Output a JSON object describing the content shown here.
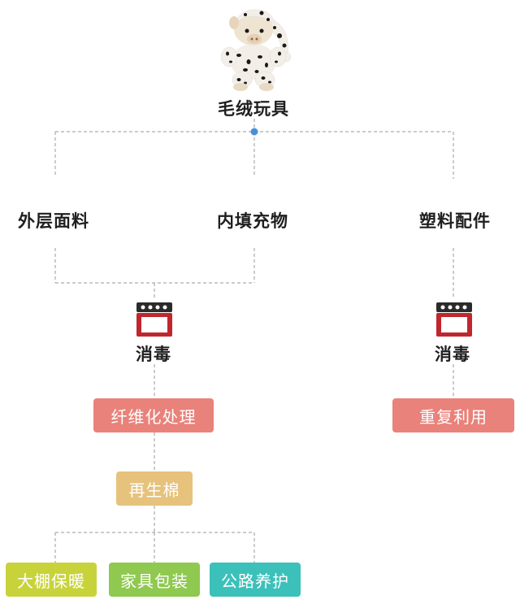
{
  "root": {
    "label": "毛绒玩具",
    "icon": "plush-toy-pig-icon"
  },
  "materials": {
    "outer": "外层面料",
    "filling": "内填充物",
    "plastic": "塑料配件"
  },
  "disinfect": {
    "left": "消毒",
    "right": "消毒",
    "icon": "oven-icon"
  },
  "process": {
    "fiber": "纤维化处理",
    "reuse": "重复利用",
    "cotton": "再生棉"
  },
  "uses": {
    "greenhouse": "大棚保暖",
    "furniture": "家具包装",
    "road": "公路养护"
  },
  "colors": {
    "salmon": "#e9827a",
    "tan": "#e6c27c",
    "yellow_green": "#c8d33c",
    "green": "#8fc94f",
    "teal": "#3cc0ba",
    "oven_dark": "#2b2b2b",
    "oven_red": "#c0262d",
    "node_blue": "#4a90d9"
  }
}
